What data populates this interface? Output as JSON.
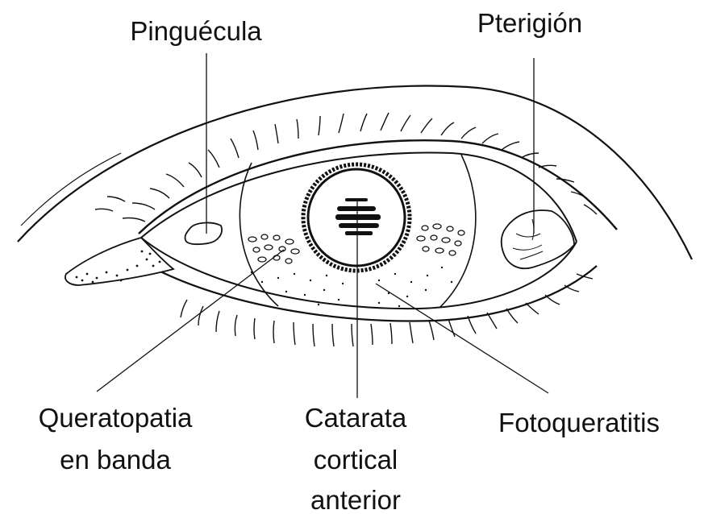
{
  "labels": {
    "pinguecula": "Pinguécula",
    "pterigion": "Pterigión",
    "queratopatia": [
      "Queratopatia",
      "en banda"
    ],
    "catarata": [
      "Catarata",
      "cortical",
      "anterior"
    ],
    "fotoqueratitis": "Fotoqueratitis"
  },
  "colors": {
    "ink": "#111111",
    "background": "#ffffff"
  }
}
